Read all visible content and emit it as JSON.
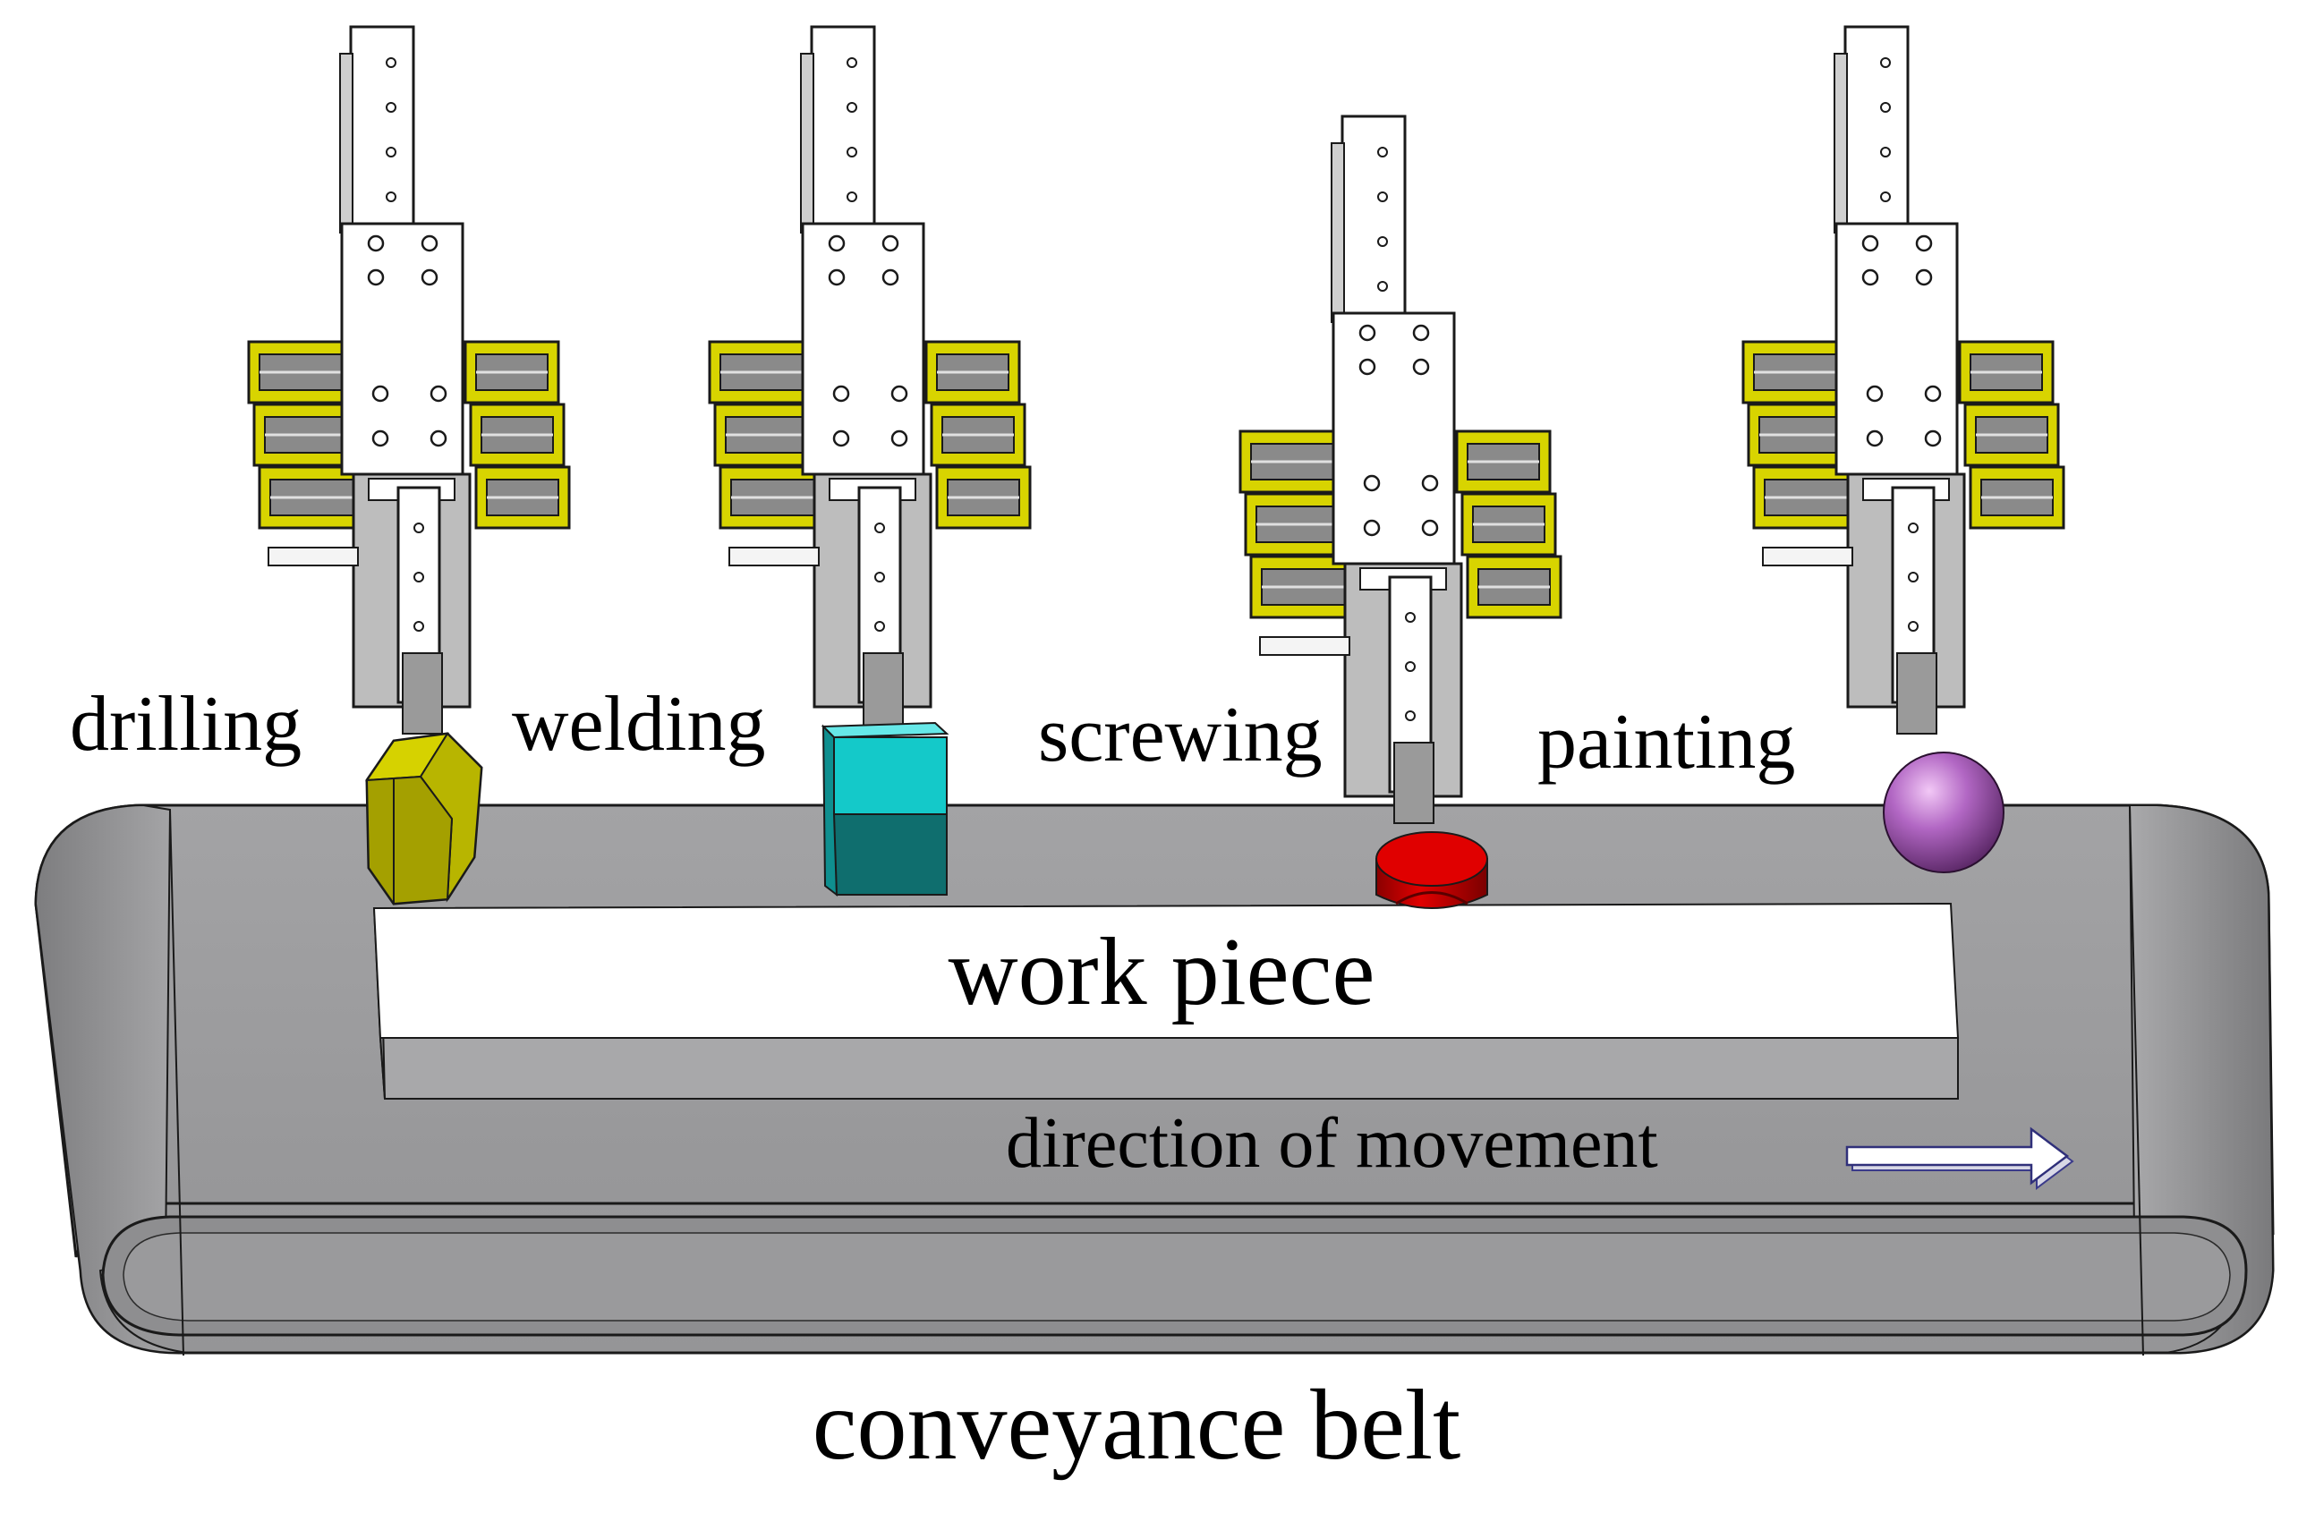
{
  "stations": [
    {
      "label": "drilling",
      "tool": "hexagonal-prism",
      "color": "#c9c400"
    },
    {
      "label": "welding",
      "tool": "cube",
      "color": "#14c9c9"
    },
    {
      "label": "screwing",
      "tool": "cylinder",
      "color": "#d40000"
    },
    {
      "label": "painting",
      "tool": "sphere",
      "color": "#b060c0"
    }
  ],
  "workpiece_label": "work piece",
  "direction_label": "direction of movement",
  "belt_label": "conveyance belt",
  "colors": {
    "belt": "#9b9b9d",
    "belt_outline": "#1a1a1a",
    "motor_yellow": "#d8d400",
    "arm_white": "#ffffff",
    "arm_gray": "#bdbdbd",
    "arrow": "#ffffff"
  }
}
